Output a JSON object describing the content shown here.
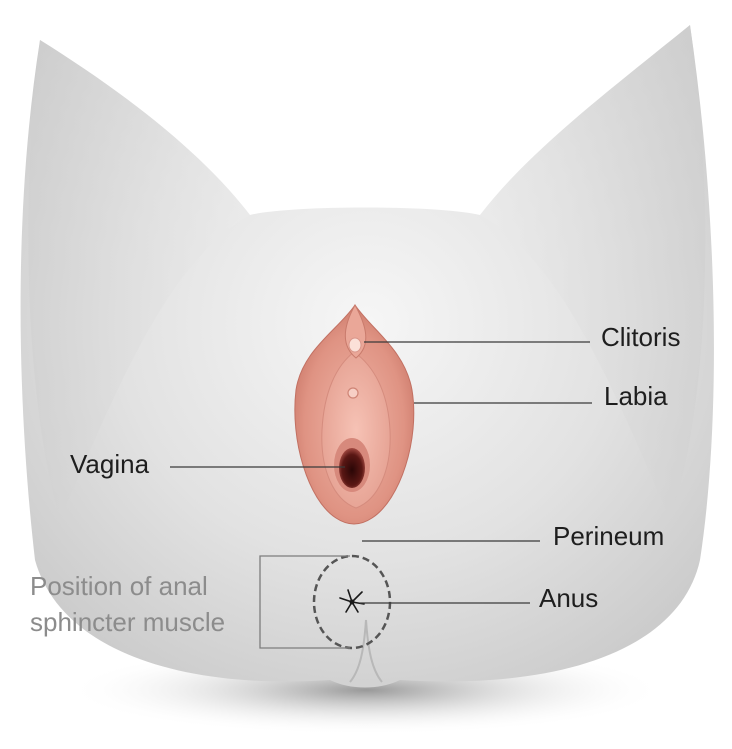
{
  "labels": {
    "clitoris": "Clitoris",
    "labia": "Labia",
    "vagina": "Vagina",
    "perineum": "Perineum",
    "anus": "Anus",
    "sphincter_line1": "Position of anal",
    "sphincter_line2": "sphincter muscle"
  },
  "colors": {
    "body_light": "#f4f4f4",
    "body_mid": "#d9d9d9",
    "body_shadow": "#b5b5b5",
    "labia_outer": "#d9897c",
    "labia_inner": "#e9a99b",
    "opening": "#4a1412",
    "label_text": "#1e1e1e",
    "muted_text": "#8c8c8c",
    "leader_line": "#3a3a3a",
    "dashed_ring": "#555555"
  }
}
